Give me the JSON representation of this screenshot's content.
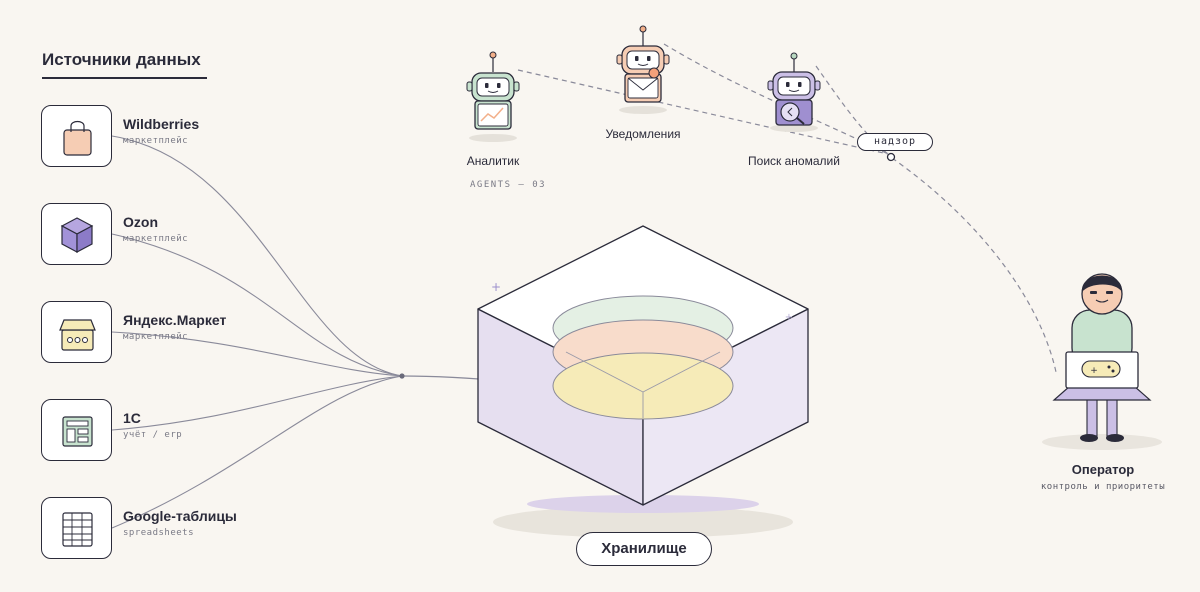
{
  "sources_heading": "Источники данных",
  "sources": [
    {
      "name": "Wildberries",
      "sub": "маркетплейс",
      "icon": "shopping-bag-icon"
    },
    {
      "name": "Ozon",
      "sub": "маркетплейс",
      "icon": "box-icon"
    },
    {
      "name": "Яндекс.Маркет",
      "sub": "маркетплейс",
      "icon": "storefront-icon"
    },
    {
      "name": "1С",
      "sub": "учёт / erp",
      "icon": "ledger-icon"
    },
    {
      "name": "Google-таблицы",
      "sub": "spreadsheets",
      "icon": "spreadsheet-icon"
    }
  ],
  "agents": [
    {
      "label": "Аналитик",
      "icon": "analyst-robot-icon",
      "color": "#c8e3cf"
    },
    {
      "label": "Уведомления",
      "icon": "notifications-robot-icon",
      "color": "#f6cdb4"
    },
    {
      "label": "Поиск аномалий",
      "icon": "anomaly-robot-icon",
      "color": "#cbbfe6"
    }
  ],
  "agents_count": "AGENTS — 03",
  "supervision_label": "надзор",
  "storage_label": "Хранилище",
  "operator": {
    "name": "Оператор",
    "sub": "контроль и приоритеты"
  },
  "colors": {
    "ink": "#2b2b3a",
    "background": "#f9f6f1",
    "storage_side": "#e6dff0",
    "layer_green": "#e4f0e4",
    "layer_peach": "#f8dccb",
    "layer_yellow": "#f6ebb8",
    "lavender": "#cbbfe6"
  }
}
